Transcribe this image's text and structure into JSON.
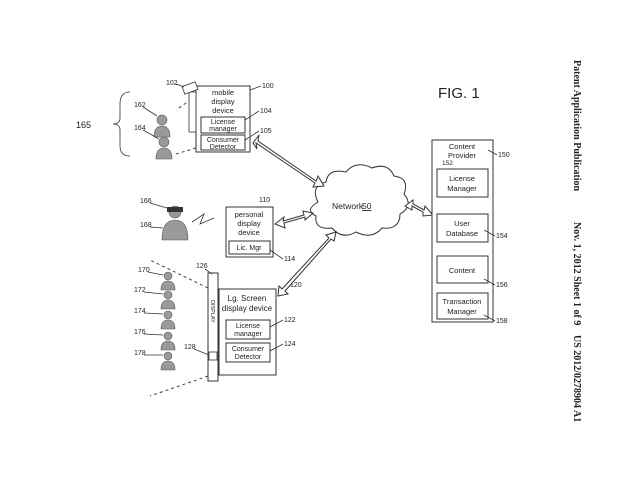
{
  "header": {
    "left": "Patent Application Publication",
    "middle": "Nov. 1, 2012   Sheet 1 of 9",
    "right": "US 2012/0278904 A1"
  },
  "figure": {
    "title": "FIG. 1"
  },
  "refs": {
    "r100": "100",
    "r102": "102",
    "r104": "104",
    "r105": "105",
    "r110": "110",
    "r114": "114",
    "r120": "120",
    "r122": "122",
    "r124": "124",
    "r126": "126",
    "r128": "128",
    "r150": "150",
    "r152": "152",
    "r154": "154",
    "r156": "156",
    "r158": "158",
    "r162": "162",
    "r164": "164",
    "r165": "165",
    "r166": "166",
    "r168": "168",
    "r170": "170",
    "r172": "172",
    "r174": "174",
    "r176": "176",
    "r178": "178"
  },
  "mobile_device": {
    "line1": "mobile",
    "line2": "display",
    "line3": "device",
    "license_manager_1": "License",
    "license_manager_2": "manager",
    "consumer_detector_1": "Consumer",
    "consumer_detector_2": "Detector"
  },
  "personal_device": {
    "line1": "personal",
    "line2": "display",
    "line3": "device",
    "lic_mgr": "Lic. Mgr"
  },
  "large_screen": {
    "line1": "Lg. Screen",
    "line2": "display device",
    "license_manager_1": "License",
    "license_manager_2": "manager",
    "consumer_detector_1": "Consumer",
    "consumer_detector_2": "Detector",
    "display_vertical": "DISPLAY"
  },
  "network": {
    "label": "Network",
    "number": "50"
  },
  "content_provider": {
    "line1": "Content",
    "line2": "Provider",
    "license_manager_1": "License",
    "license_manager_2": "Manager",
    "user_database_1": "User",
    "user_database_2": "Database",
    "content": "Content",
    "transaction_manager_1": "Transaction",
    "transaction_manager_2": "Manager"
  }
}
